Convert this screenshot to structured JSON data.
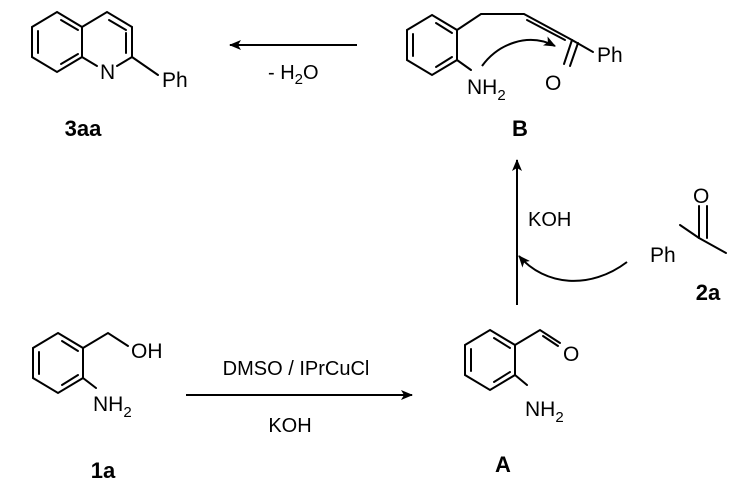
{
  "compounds": {
    "quinoline": {
      "id": "3aa",
      "substituent": "Ph",
      "ring_atom": "N"
    },
    "intermediate_B": {
      "id": "B",
      "amine": "NH",
      "amine_sub": "2",
      "carbonyl_o": "O",
      "substituent": "Ph"
    },
    "ketone": {
      "id": "2a",
      "substituent": "Ph",
      "carbonyl_o": "O"
    },
    "alcohol": {
      "id": "1a",
      "hydroxyl": "OH",
      "amine": "NH",
      "amine_sub": "2"
    },
    "aldehyde_A": {
      "id": "A",
      "carbonyl_o": "O",
      "amine": "NH",
      "amine_sub": "2"
    }
  },
  "arrows": {
    "dehydration": {
      "prefix": "- H",
      "sub": "2",
      "suffix": "O"
    },
    "oxidation": {
      "top": "DMSO / IPrCuCl",
      "bottom": "KOH"
    },
    "condensation": {
      "reagent": "KOH"
    }
  }
}
